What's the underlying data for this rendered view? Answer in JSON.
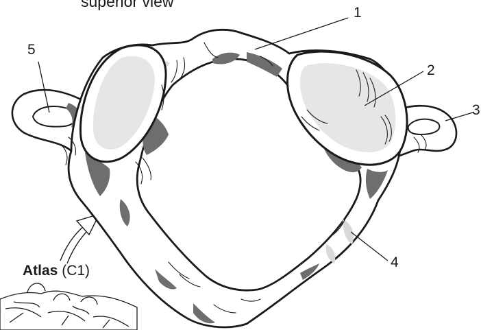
{
  "title": "superior view",
  "labels": {
    "l1": "1",
    "l2": "2",
    "l3": "3",
    "l4": "4",
    "l5": "5"
  },
  "caption": {
    "name": "Atlas",
    "level": "(C1)"
  },
  "colors": {
    "outline": "#1a1a1a",
    "shade": "#6e6e6e",
    "light": "#d9d9d9",
    "facet": "#e6e6e6"
  }
}
